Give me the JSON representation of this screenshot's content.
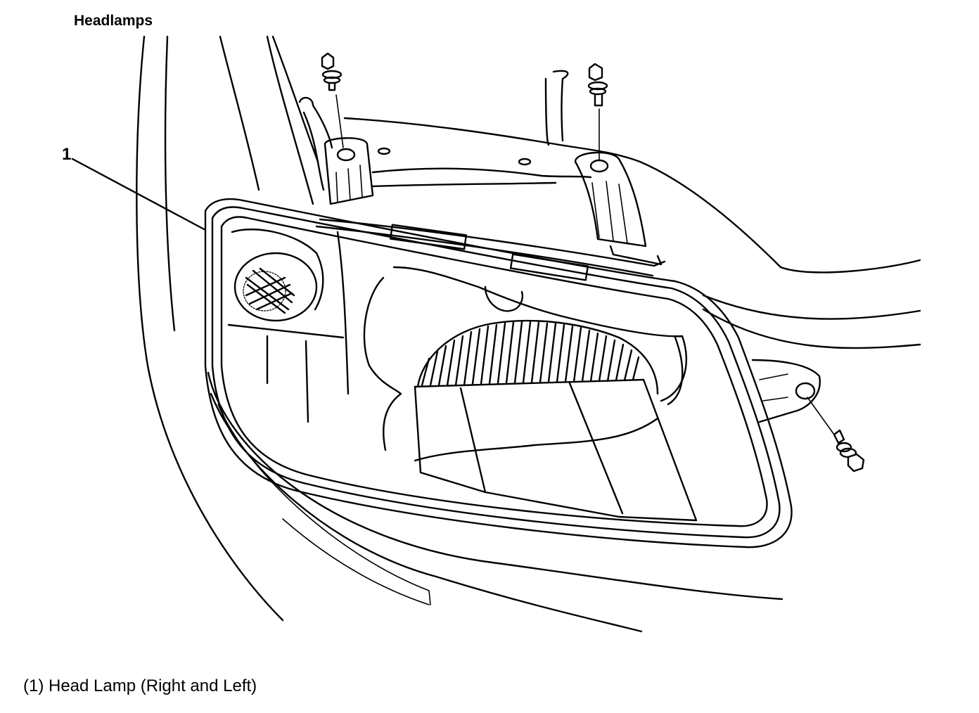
{
  "title": "Headlamps",
  "callouts": [
    {
      "number": "1"
    }
  ],
  "legend": [
    {
      "text": "(1) Head Lamp (Right and Left)"
    }
  ],
  "icons": {
    "bolt": "bolt-icon",
    "headlamp": "headlamp-icon"
  }
}
